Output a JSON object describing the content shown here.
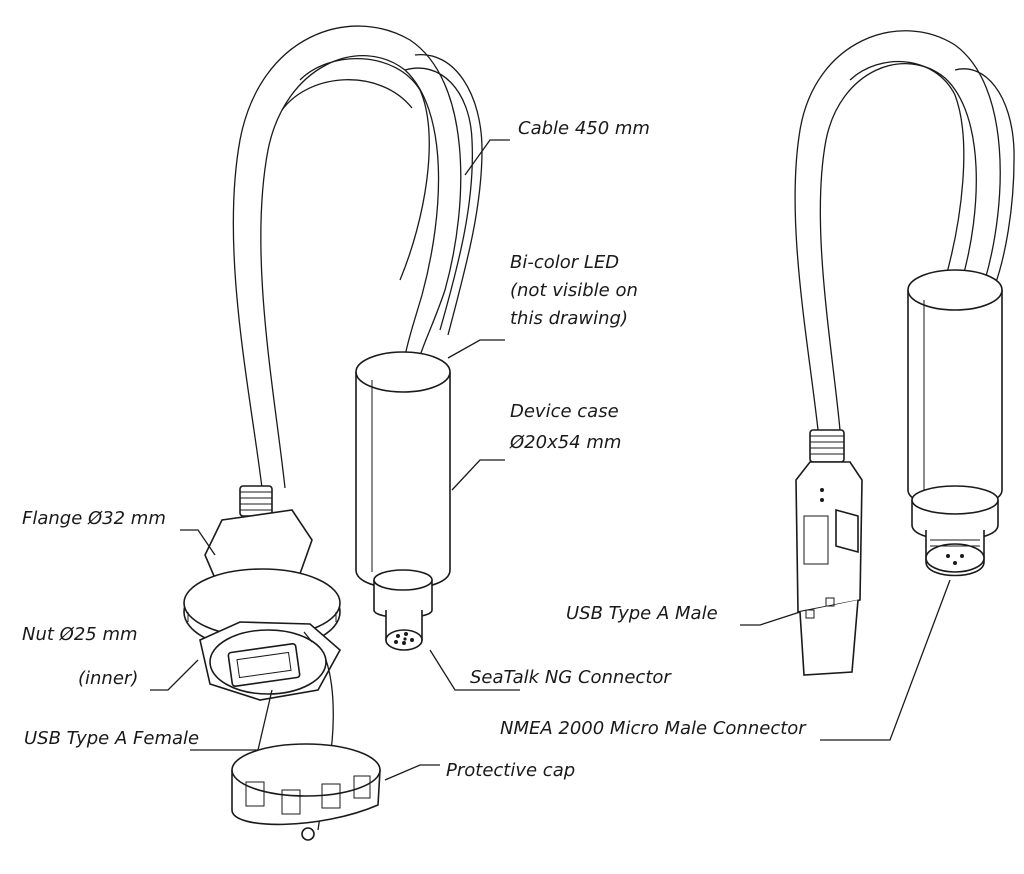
{
  "labels": {
    "cable": "Cable 450 mm",
    "led_line1": "Bi-color LED",
    "led_line2": "(not visible on",
    "led_line3": "this drawing)",
    "case_line1": "Device case",
    "case_line2": "Ø20x54 mm",
    "flange": "Flange Ø32 mm",
    "nut_line1": "Nut Ø25 mm",
    "nut_line2": "(inner)",
    "usb_female": "USB Type A Female",
    "seatalk": "SeaTalk NG Connector",
    "usb_male": "USB Type A Male",
    "nmea": "NMEA 2000 Micro Male Connector",
    "cap": "Protective cap"
  }
}
